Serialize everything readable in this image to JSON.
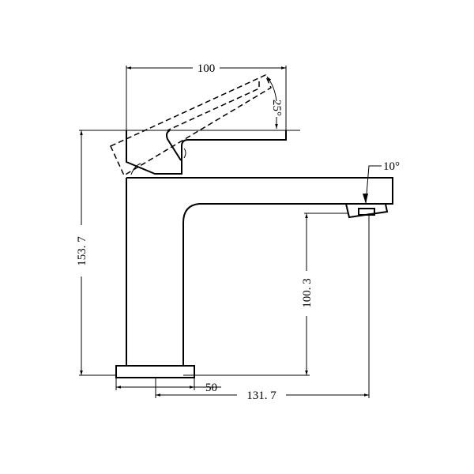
{
  "drawing": {
    "dimensions": {
      "handle_reach": "100",
      "handle_angle": "25°",
      "spout_angle": "10°",
      "total_height": "153. 7",
      "spout_height": "100. 3",
      "base_diameter": "50",
      "spout_reach": "131. 7"
    },
    "line_color": "#000000",
    "background_color": "#ffffff"
  }
}
